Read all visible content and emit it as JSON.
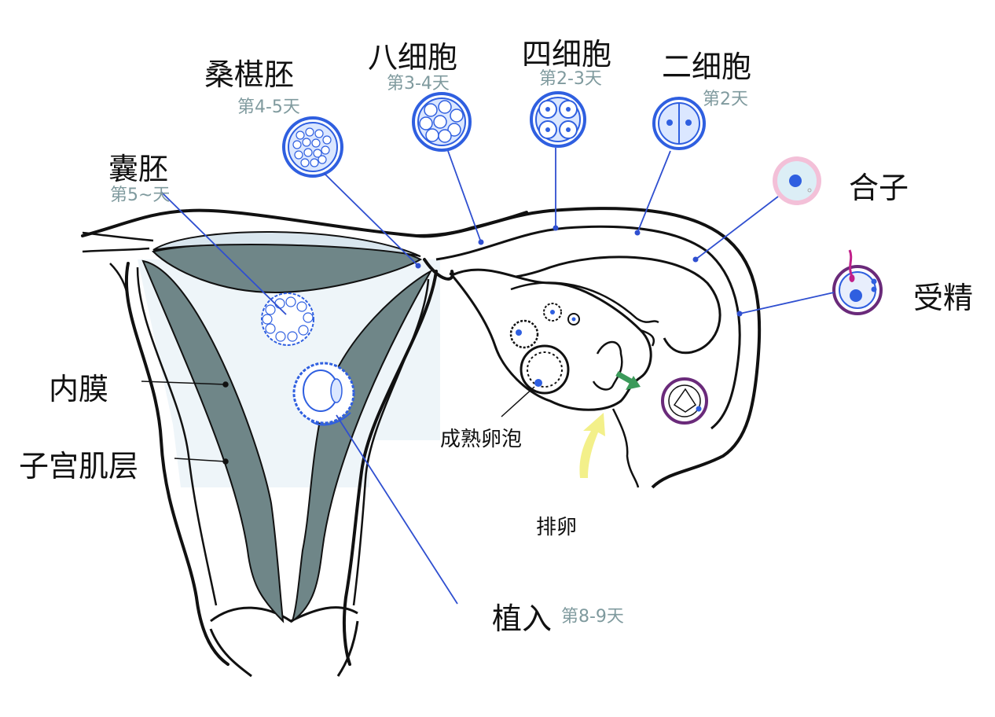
{
  "stages": {
    "zygote": {
      "name": "合子"
    },
    "fertilization": {
      "name": "受精"
    },
    "two_cell": {
      "name": "二细胞",
      "day": "第2天"
    },
    "four_cell": {
      "name": "四细胞",
      "day": "第2-3天"
    },
    "eight_cell": {
      "name": "八细胞",
      "day": "第3-4天"
    },
    "morula": {
      "name": "桑椹胚",
      "day": "第4-5天"
    },
    "blastocyst": {
      "name": "囊胚",
      "day": "第5~天"
    },
    "implantation": {
      "name": "植入",
      "day": "第8-9天"
    }
  },
  "anatomy": {
    "endometrium": "内膜",
    "myometrium": "子宫肌层",
    "mature_follicle": "成熟卵泡",
    "ovulation": "排卵"
  },
  "colors": {
    "cell_blue": "#2f5fe0",
    "cell_fill": "#dbe7ff",
    "leader_line": "#2f4fd0",
    "endometrium_gray": "#6f8688",
    "uterine_cavity": "#e3eef5",
    "day_label": "#7f9a9e",
    "ovulation_arrow": "#f3f08a",
    "egg_arrow": "#3b9a5a",
    "zygote_pink": "#f3c0d8",
    "fertilized_purple": "#6a2a7a"
  }
}
